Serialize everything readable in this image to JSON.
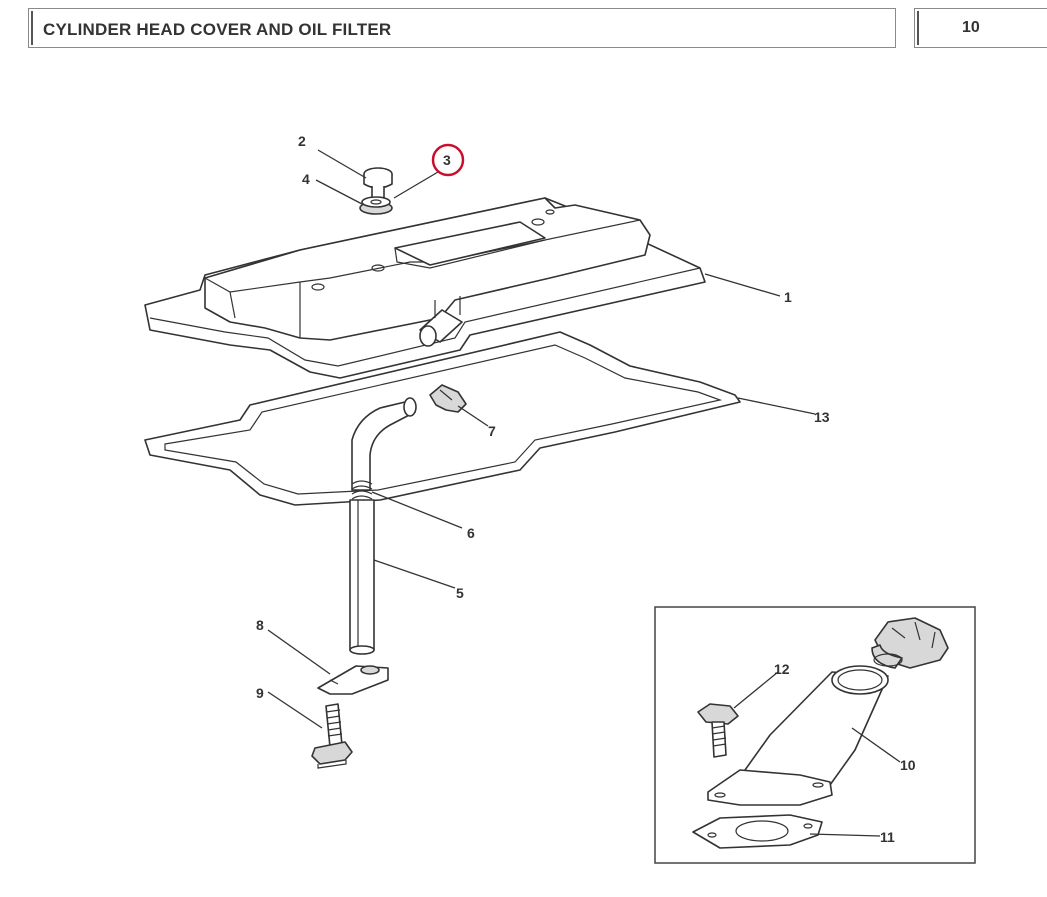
{
  "header": {
    "title": "CYLINDER HEAD COVER AND OIL FILTER",
    "page_number": "10"
  },
  "callouts": {
    "c1": "1",
    "c2": "2",
    "c3": "3",
    "c4": "4",
    "c5": "5",
    "c6": "6",
    "c7": "7",
    "c8": "8",
    "c9": "9",
    "c10": "10",
    "c11": "11",
    "c12": "12",
    "c13": "13"
  },
  "highlight": {
    "callout": "3",
    "color": "#c8102e"
  }
}
